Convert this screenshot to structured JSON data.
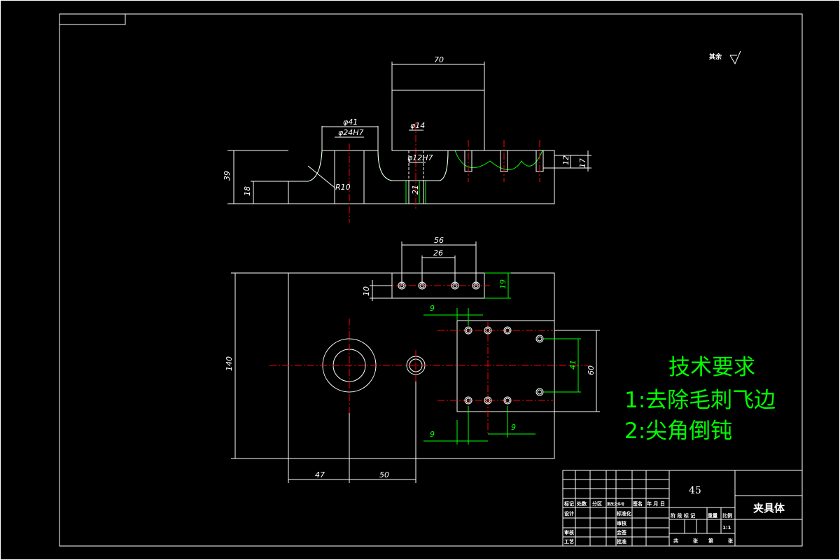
{
  "drawing": {
    "surface_note": "其余",
    "part_name": "夹具体",
    "material": "45",
    "scale": "1:1"
  },
  "technical_requirements": {
    "title": "技术要求",
    "items": [
      "1:去除毛刺飞边",
      "2:尖角倒钝"
    ]
  },
  "dimensions": {
    "front_view": [
      "70",
      "φ41",
      "φ24H7",
      "φ14",
      "φ12H7",
      "39",
      "18",
      "R10",
      "21",
      "12",
      "17"
    ],
    "top_view": [
      "56",
      "26",
      "10",
      "19",
      "9",
      "140",
      "41",
      "60",
      "9",
      "9",
      "47",
      "50"
    ]
  },
  "title_block": {
    "rows_left": [
      [
        "标记",
        "处数",
        "分区",
        "更改文件号",
        "签名",
        "年 月 日"
      ],
      [
        "设计",
        "",
        "",
        "标准化",
        "",
        ""
      ],
      [
        "",
        "",
        "",
        "审核",
        "",
        ""
      ],
      [
        "审核",
        "",
        "",
        "会签",
        "",
        ""
      ],
      [
        "工艺",
        "",
        "",
        "批准",
        "",
        ""
      ]
    ],
    "stage_labels": [
      "阶 段 标 记",
      "重量",
      "比例"
    ],
    "sheet_labels": [
      "共",
      "张",
      "第",
      "张"
    ]
  }
}
